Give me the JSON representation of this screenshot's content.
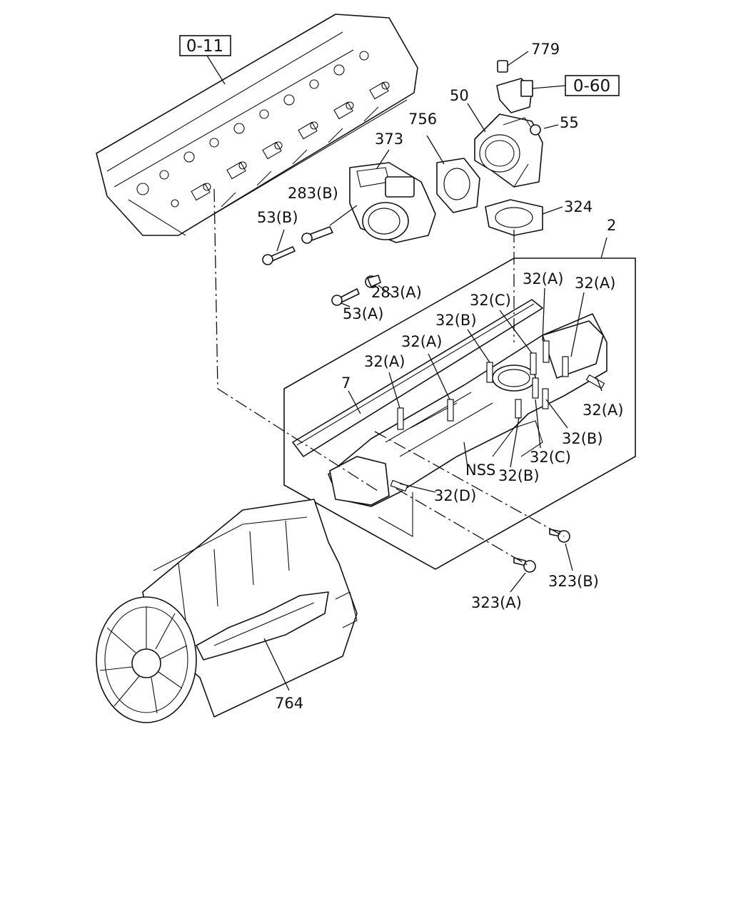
{
  "diagram": {
    "references": [
      {
        "id": "ref-0-11",
        "text": "0-11"
      },
      {
        "id": "ref-0-60",
        "text": "0-60"
      }
    ],
    "labels": [
      {
        "id": "lbl-779",
        "text": "779"
      },
      {
        "id": "lbl-50",
        "text": "50"
      },
      {
        "id": "lbl-55",
        "text": "55"
      },
      {
        "id": "lbl-756",
        "text": "756"
      },
      {
        "id": "lbl-373",
        "text": "373"
      },
      {
        "id": "lbl-283b",
        "text": "283(B)"
      },
      {
        "id": "lbl-53b",
        "text": "53(B)"
      },
      {
        "id": "lbl-324",
        "text": "324"
      },
      {
        "id": "lbl-2",
        "text": "2"
      },
      {
        "id": "lbl-283a",
        "text": "283(A)"
      },
      {
        "id": "lbl-53a",
        "text": "53(A)"
      },
      {
        "id": "lbl-32a-1",
        "text": "32(A)"
      },
      {
        "id": "lbl-32a-2",
        "text": "32(A)"
      },
      {
        "id": "lbl-32c-1",
        "text": "32(C)"
      },
      {
        "id": "lbl-32b-1",
        "text": "32(B)"
      },
      {
        "id": "lbl-32a-3",
        "text": "32(A)"
      },
      {
        "id": "lbl-32a-4",
        "text": "32(A)"
      },
      {
        "id": "lbl-7",
        "text": "7"
      },
      {
        "id": "lbl-32a-5",
        "text": "32(A)"
      },
      {
        "id": "lbl-32b-2",
        "text": "32(B)"
      },
      {
        "id": "lbl-32c-2",
        "text": "32(C)"
      },
      {
        "id": "lbl-nss",
        "text": "NSS"
      },
      {
        "id": "lbl-32b-3",
        "text": "32(B)"
      },
      {
        "id": "lbl-32d",
        "text": "32(D)"
      },
      {
        "id": "lbl-323b",
        "text": "323(B)"
      },
      {
        "id": "lbl-323a",
        "text": "323(A)"
      },
      {
        "id": "lbl-764",
        "text": "764"
      }
    ]
  }
}
